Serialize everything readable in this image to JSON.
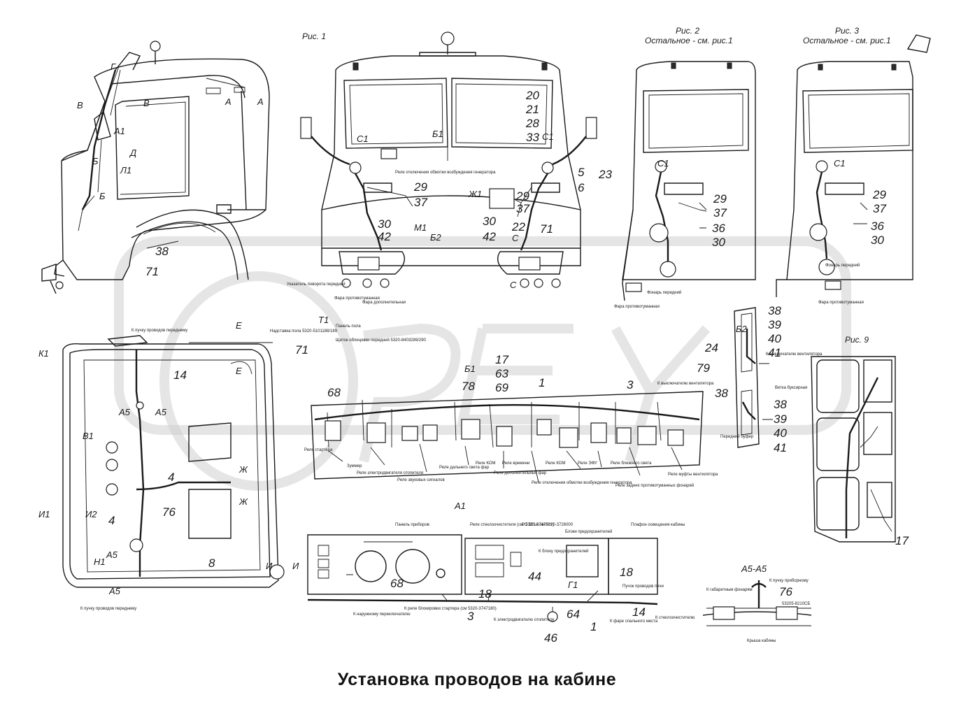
{
  "title": "Установка проводов на кабине",
  "figures": {
    "fig1": "Рис. 1",
    "fig2": "Рис. 2",
    "fig2_note": "Остальное - см. рис.1",
    "fig3": "Рис. 3",
    "fig3_note": "Остальное - см. рис.1",
    "fig9": "Рис. 9"
  },
  "sections": {
    "A1": "А1",
    "A5A5": "А5-А5",
    "T1": "Т1",
    "B2": "Б2"
  },
  "view_letters": {
    "G": "Г",
    "V": "В",
    "V2": "В",
    "A": "А",
    "A2": "А",
    "A1": "А1",
    "D": "Д",
    "B": "Б",
    "L1": "Л1",
    "B3": "Б",
    "C1a": "С1",
    "B1a": "Б1",
    "C1b": "С1",
    "Zh1": "Ж1",
    "M1": "М1",
    "B2a": "Б2",
    "Ca": "С",
    "Cb": "С",
    "C1c": "С1",
    "C1d": "С1",
    "E1": "Е",
    "E2": "Е",
    "K1": "К1",
    "A5a": "А5",
    "A5b": "А5",
    "V1": "В1",
    "Zh_a": "Ж",
    "Zh_b": "Ж",
    "I1": "И1",
    "I2": "И2",
    "N1": "Н1",
    "A5c": "А5",
    "A5d": "А5",
    "I_a": "И",
    "I_b": "И",
    "B1b": "Б1",
    "G1": "Г1"
  },
  "callouts": {
    "n20": "20",
    "n21": "21",
    "n28": "28",
    "n33": "33",
    "n5": "5",
    "n6": "6",
    "n23": "23",
    "n29a": "29",
    "n37a": "37",
    "n30a": "30",
    "n42a": "42",
    "n29b": "29",
    "n37b": "37",
    "n30b": "30",
    "n22": "22",
    "n71b": "71",
    "n42b": "42",
    "n29c": "29",
    "n37c": "37",
    "n36c": "36",
    "n30c": "30",
    "n29d": "29",
    "n37d": "37",
    "n36d": "36",
    "n30d": "30",
    "n38a": "38",
    "n71a": "71",
    "n71c": "71",
    "n14a": "14",
    "n68a": "68",
    "n78": "78",
    "n17a": "17",
    "n63": "63",
    "n69": "69",
    "n1a": "1",
    "n3a": "3",
    "n79": "79",
    "n24": "24",
    "n38b": "38",
    "n39a": "39",
    "n40a": "40",
    "n41a": "41",
    "n38c": "38",
    "n38d": "38",
    "n39b": "39",
    "n40b": "40",
    "n41b": "41",
    "n4a": "4",
    "n76a": "76",
    "n4b": "4",
    "n8": "8",
    "n68b": "68",
    "n18a": "18",
    "n44": "44",
    "n18b": "18",
    "n3b": "3",
    "n64": "64",
    "n1b": "1",
    "n14b": "14",
    "n46": "46",
    "n76b": "76",
    "n17b": "17"
  },
  "small_notes": {
    "relay_eng": "Реле отключения обмотки возбуждения генератора",
    "panel_floor": "Надставка пола 5320-5101188/189",
    "shield": "Панель пола",
    "shield2": "Щиток облицовки передний 5320-8403289/290",
    "ptr_turn": "Указатель поворота передний",
    "fara": "Фара противотуманная",
    "fara2": "Фара дополнительная",
    "fara3": "Фара противотуманная",
    "fonar": "Фонарь передний",
    "fonar2": "Фонарь передний",
    "fara4": "Фара противотуманная",
    "k_puchk": "К пучку проводов переднему",
    "k_puchk2": "К пучку проводов переднему",
    "k_dop": "К выключателю вентилятора",
    "k_dop2": "К выключателю вентилятора",
    "bufer": "Передний буфер",
    "vetka": "Ветка буксирная",
    "panel_prib": "Панель приборов",
    "relay_start": "Реле стеклоочистителя (см. 5320-3747001)",
    "pc591": "РС 591А см.5320-3726000",
    "blok": "Блоки предохранителей",
    "plafon": "Плафон освещения кабины",
    "k_blok": "К блоку предохранителей",
    "k_nar": "К наружному переключателю",
    "k_relay": "К реле блокировки стартера (см 5320-3747180)",
    "k_otop": "К электродвигателю отопителя",
    "k_fara": "К фаре спального места",
    "puchok": "Пучок проводов печи",
    "k_stekl": "К стеклоочистителю",
    "k_pribor": "К пучку приборному",
    "k_fonar": "К габаритным фонарям",
    "part": "53205-8210СБ",
    "roof": "Крыша кабины",
    "relay_list": [
      "Реле стартера",
      "Зуммер",
      "Реле электродвигателя отопителя",
      "Реле звуковых сигналов",
      "Реле дальнего света фар",
      "Реле КОМ",
      "Реле времени",
      "Реле дополнительных фар",
      "Реле отключения обмотки возбуждения генератора",
      "Реле КОМ",
      "Реле ЭФУ",
      "Реле ближнего света",
      "Реле муфты вентилятора",
      "Реле задних противотуманных фонарей"
    ]
  }
}
